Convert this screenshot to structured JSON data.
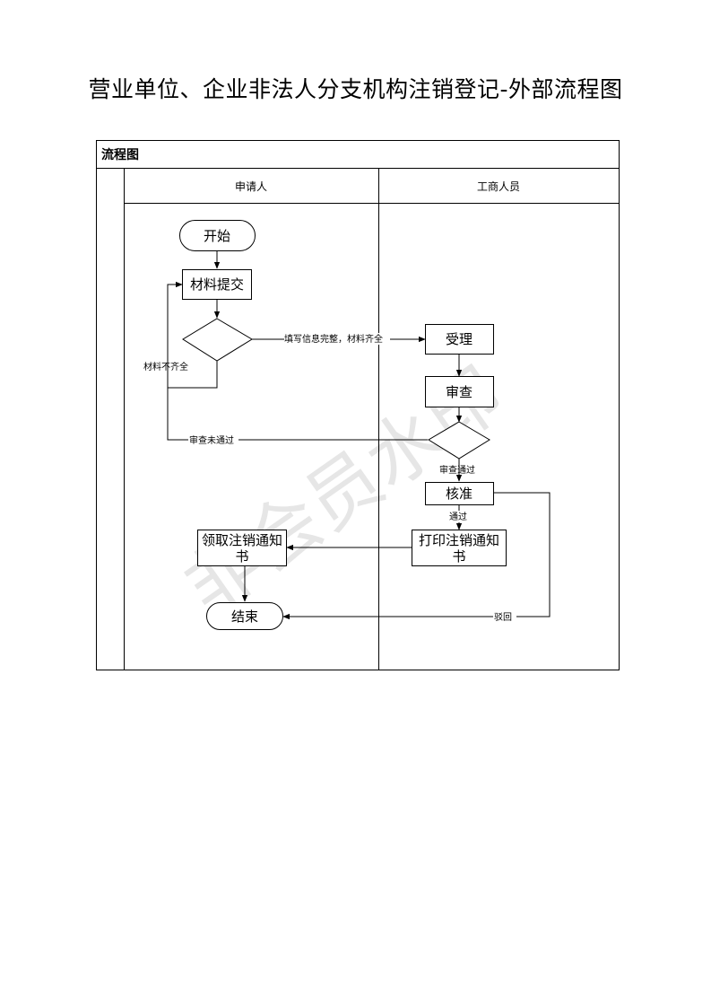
{
  "page": {
    "title": "营业单位、企业非法人分支机构注销登记-外部流程图"
  },
  "diagram": {
    "frame_title": "流程图",
    "lanes": [
      {
        "label": "申请人"
      },
      {
        "label": "工商人员"
      }
    ],
    "nodes": {
      "start": "开始",
      "submit": "材料提交",
      "accept": "受理",
      "review": "审查",
      "verify": "核准",
      "print_line1": "打印注销通知",
      "print_line2": "书",
      "receive_line1": "领取注销通知",
      "receive_line2": "书",
      "end": "结束"
    },
    "edges": {
      "complete": "填写信息完整，材料齐全",
      "incomplete": "材料不齐全",
      "review_fail": "审查未通过",
      "review_pass": "审查通过",
      "verify_pass": "通过",
      "reject": "驳回"
    }
  },
  "watermark": {
    "text": "非会员水印",
    "color": "#e6e6e6"
  }
}
